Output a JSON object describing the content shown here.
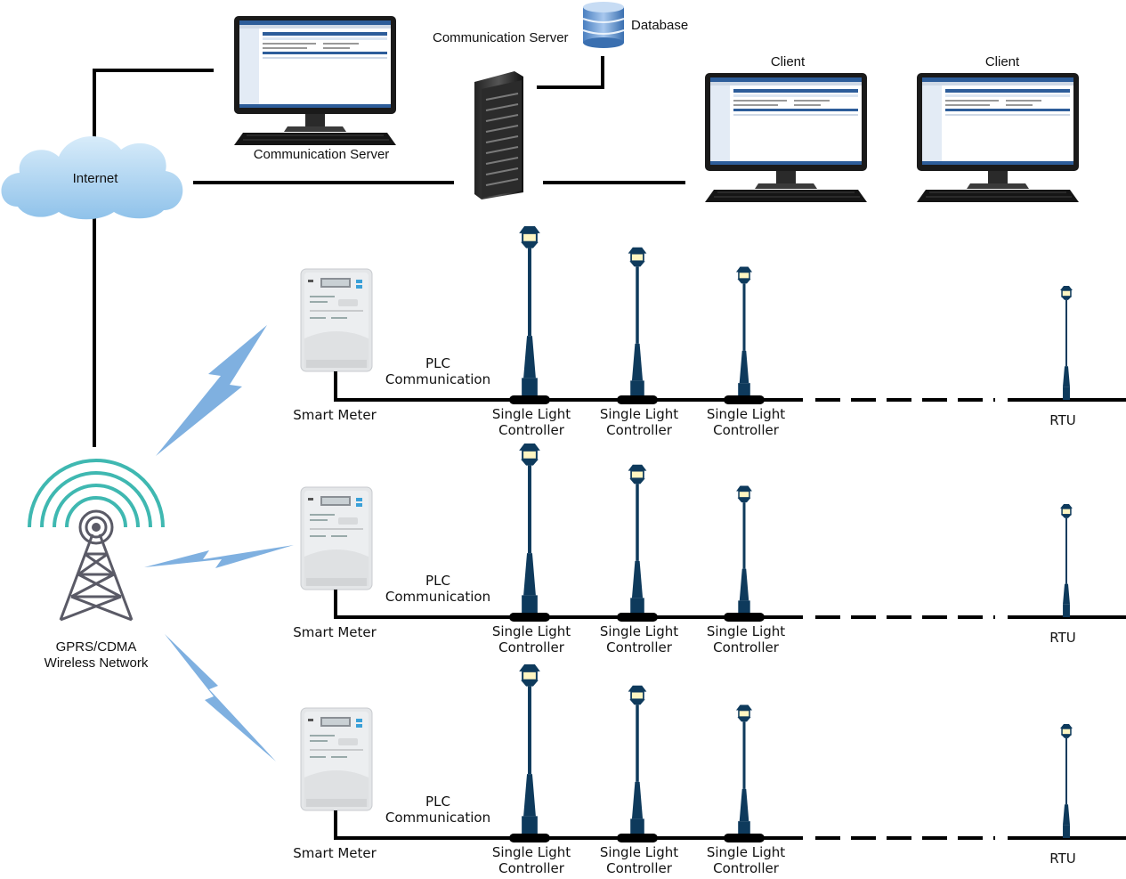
{
  "labels": {
    "internet": "Internet",
    "comm_server_top": "Communication Server",
    "comm_server_monitor": "Communication Server",
    "database": "Database",
    "client_1": "Client",
    "client_2": "Client",
    "tower": [
      "GPRS/CDMA",
      "Wireless Network"
    ]
  },
  "rows": [
    {
      "meter": "Smart Meter",
      "plc": [
        "PLC",
        "Communication"
      ],
      "controllers": [
        [
          "Single Light",
          "Controller"
        ],
        [
          "Single Light",
          "Controller"
        ],
        [
          "Single Light",
          "Controller"
        ]
      ],
      "rtu": "RTU"
    },
    {
      "meter": "Smart Meter",
      "plc": [
        "PLC",
        "Communication"
      ],
      "controllers": [
        [
          "Single Light",
          "Controller"
        ],
        [
          "Single Light",
          "Controller"
        ],
        [
          "Single Light",
          "Controller"
        ]
      ],
      "rtu": "RTU"
    },
    {
      "meter": "Smart Meter",
      "plc": [
        "PLC",
        "Communication"
      ],
      "controllers": [
        [
          "Single Light",
          "Controller"
        ],
        [
          "Single Light",
          "Controller"
        ],
        [
          "Single Light",
          "Controller"
        ]
      ],
      "rtu": "RTU"
    }
  ],
  "colors": {
    "line": "#000000",
    "lightning": "#7fb0e0",
    "cloud": "#a9d3f0",
    "tower_waves": "#3fb8b1",
    "tower_body": "#5a5a66",
    "pole": "#0e3a5c",
    "screen_header": "#2d5d9a",
    "meter": "#e4e6e8"
  }
}
